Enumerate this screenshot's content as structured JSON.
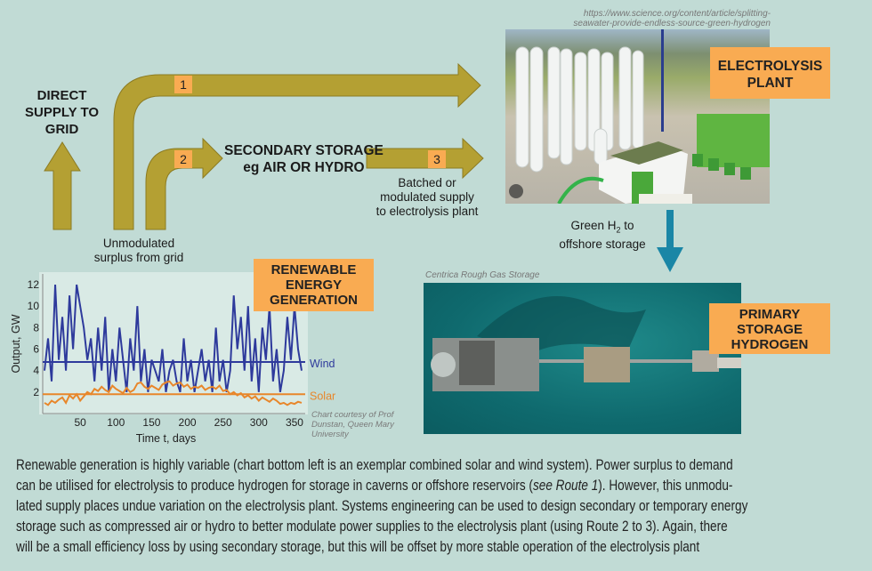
{
  "flow": {
    "direct_supply": [
      "DIRECT",
      "SUPPLY TO",
      "GRID"
    ],
    "secondary_storage": [
      "SECONDARY STORAGE",
      "eg AIR OR HYDRO"
    ],
    "route_numbers": [
      "1",
      "2",
      "3"
    ],
    "unmodulated": [
      "Unmodulated",
      "surplus from grid"
    ],
    "batched": [
      "Batched or",
      "modulated supply",
      "to electrolysis plant"
    ],
    "green_h2": [
      "Green H",
      "2",
      " to",
      "offshore storage"
    ]
  },
  "electrolysis": {
    "source_url": [
      "https://www.science.org/content/article/splitting-",
      "seawater-provide-endless-source-green-hydrogen"
    ],
    "label": [
      "ELECTROLYSIS",
      "PLANT"
    ]
  },
  "storage": {
    "photo_caption": "Centrica Rough Gas Storage",
    "label": [
      "PRIMARY",
      "STORAGE",
      "HYDROGEN"
    ]
  },
  "renewable_label": [
    "RENEWABLE",
    "ENERGY",
    "GENERATION"
  ],
  "chart_credit": [
    "Chart courtesy of Prof",
    "Dunstan, Queen Mary",
    "University"
  ],
  "chart_data": {
    "type": "line",
    "xlabel": "Time t, days",
    "ylabel": "Output, GW",
    "xlim": [
      0,
      365
    ],
    "ylim": [
      0,
      13
    ],
    "xticks": [
      50,
      100,
      150,
      200,
      250,
      300,
      350
    ],
    "yticks": [
      2,
      4,
      6,
      8,
      10,
      12
    ],
    "x_step_days": 5,
    "series": [
      {
        "name": "Wind",
        "color": "#2e3a9c",
        "mean": 4.8,
        "values": [
          4,
          7,
          3,
          12,
          5,
          9,
          4,
          11,
          6,
          12,
          10,
          8,
          5,
          7,
          3,
          8,
          4,
          9,
          2,
          6,
          3,
          8,
          5,
          2,
          7,
          4,
          10,
          3,
          6,
          2,
          5,
          4,
          3,
          6,
          2,
          4,
          5,
          3,
          2,
          7,
          3,
          5,
          2,
          4,
          6,
          3,
          5,
          2,
          8,
          3,
          5,
          2,
          4,
          11,
          6,
          9,
          4,
          10,
          3,
          7,
          2,
          8,
          5,
          10,
          3,
          6,
          2,
          4,
          9,
          5,
          10,
          6,
          4
        ]
      },
      {
        "name": "Solar",
        "color": "#e8862a",
        "mean": 1.8,
        "values": [
          1,
          0.8,
          1.2,
          1,
          1.3,
          1.5,
          1,
          1.7,
          1.4,
          1.8,
          1.2,
          1.6,
          2,
          1.8,
          2.3,
          2.1,
          2.5,
          2.2,
          2,
          2.6,
          2.3,
          2.1,
          1.9,
          2.4,
          2,
          2.2,
          2.8,
          2.9,
          2.5,
          2.3,
          2.6,
          2.4,
          2.2,
          2.7,
          2.9,
          3,
          2.6,
          2.8,
          2.9,
          2.5,
          2.7,
          2.3,
          2.5,
          2.4,
          2.6,
          2.2,
          2.4,
          2.5,
          2.3,
          2.6,
          2.1,
          2.2,
          1.8,
          2,
          1.7,
          1.9,
          1.5,
          1.7,
          1.4,
          1.6,
          1.2,
          1.5,
          1.3,
          1.1,
          1.4,
          1.2,
          0.9,
          1,
          0.8,
          1,
          0.9,
          1.1,
          1
        ]
      }
    ]
  },
  "caption": {
    "lines": [
      "Renewable generation is highly variable (chart bottom left is an exemplar combined solar and wind system). Power surplus to demand",
      "can be utilised for electrolysis to produce hydrogen for storage in caverns or offshore reservoirs (",
      "see Route 1",
      "). However, this unmodu-",
      "lated supply places undue variation on the electrolysis plant. Systems engineering can be used to design secondary or temporary energy",
      "storage such as compressed air or hydro to better modulate power supplies to the electrolysis plant (using Route 2 to 3). Again, there",
      "will be a small efficiency loss by using secondary storage, but this will be offset by more stable operation of the electrolysis plant"
    ]
  }
}
